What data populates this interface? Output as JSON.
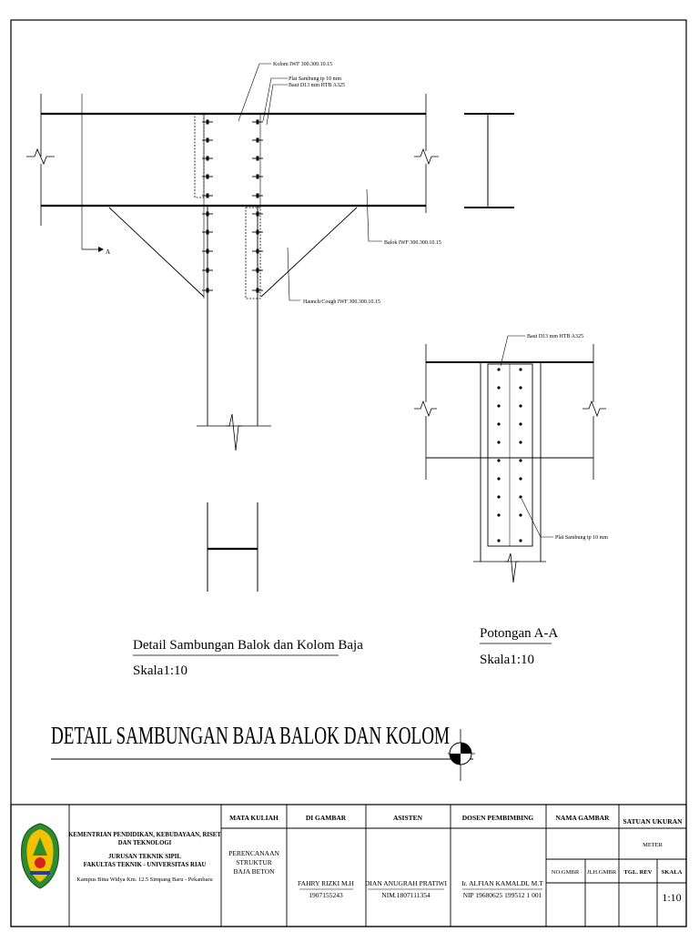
{
  "drawing": {
    "title": "DETAIL SAMBUNGAN BAJA BALOK DAN KOLOM",
    "detail": {
      "caption": "Detail Sambungan Balok dan Kolom Baja",
      "scale": "Skala1:10",
      "section_mark": "A",
      "labels": {
        "kolom": "Kolom IWF 300.300.10.15",
        "plat": "Plat Sambung tp 10 mm",
        "baut": "Baut D13 mm HTB A325",
        "balok": "Balok IWF 300.300.10.15",
        "haunch": "Haunch/Cough IWF 300.300.10.15"
      }
    },
    "section": {
      "caption": "Potongan A-A",
      "scale": "Skala1:10",
      "labels": {
        "baut": "Baut D13 mm HTB A325",
        "plat": "Plat Sambung tp 10 mm"
      }
    }
  },
  "title_block": {
    "institution": {
      "line1": "KEMENTRIAN PENDIDIKAN, KEBUDAYAAN, RISET",
      "line2": "DAN TEKNOLOGI",
      "line3": "JURUSAN TEKNIK SIPIL",
      "line4": "FAKULTAS TEKNIK - UNIVERSITAS RIAU",
      "address": "Kampus Bina Widya Km. 12.5 Simpang Baru - Pekanbaru"
    },
    "mata_kuliah": {
      "header": "MATA KULIAH",
      "line1": "PERENCANAAN",
      "line2": "STRUKTUR",
      "line3": "BAJA BETON"
    },
    "di_gambar": {
      "header": "DI GAMBAR",
      "name": "FAHRY RIZKI M.H",
      "id": "1907155243"
    },
    "asisten": {
      "header": "ASISTEN",
      "name": "DIAN ANUGRAH PRATIWI",
      "id": "NIM.1807111354"
    },
    "dosen": {
      "header": "DOSEN PEMBIMBING",
      "name": "Ir. ALFIAN KAMALDI, M.T",
      "id": "NIP 19680625 199512 1 001"
    },
    "nama_gambar": {
      "header": "NAMA GAMBAR"
    },
    "satuan": {
      "header": "SATUAN UKURAN",
      "value": "METER"
    },
    "no_gmbr": "NO.GMBR",
    "jlh_gmbr": "JLH.GMBR",
    "tgl_rev": "TGL. REV",
    "skala": {
      "header": "SKALA",
      "value": "1:10"
    }
  }
}
